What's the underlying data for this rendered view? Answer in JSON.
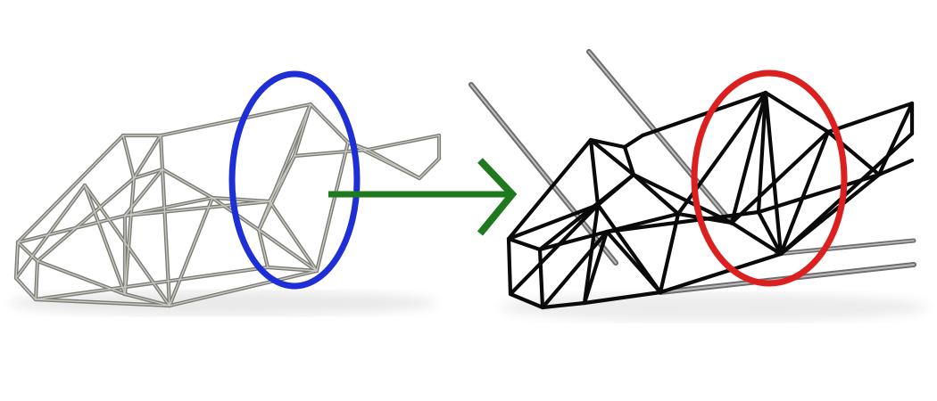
{
  "diagram": {
    "panels": [
      {
        "name": "before-frame",
        "description_visible": false,
        "tube_color": "#8a8a84",
        "tube_highlight": "#c9c9c2"
      },
      {
        "name": "after-frame",
        "description_visible": false,
        "tube_color": "#0a0a0a",
        "rod_color": "#7a7a7a"
      }
    ],
    "highlights": [
      {
        "name": "original-region",
        "color": "#1f2fd6"
      },
      {
        "name": "modified-region",
        "color": "#dc1f1f"
      }
    ],
    "arrow": {
      "color": "#1f7a1f",
      "direction": "right"
    }
  }
}
